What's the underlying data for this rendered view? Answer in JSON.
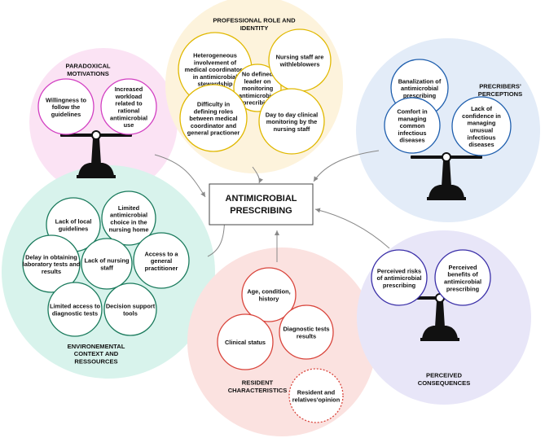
{
  "center": {
    "lines": [
      "ANTIMICROBIAL",
      "PRESCRIBING"
    ]
  },
  "groups": {
    "paradoxical": {
      "title_lines": [
        "PARADOXICAL",
        "MOTIVATIONS"
      ],
      "bubbles": [
        {
          "lines": [
            "Willingness to",
            "follow the",
            "guidelines"
          ]
        },
        {
          "lines": [
            "Increased",
            "workload",
            "related to",
            "rational",
            "antimicrobial",
            "use"
          ]
        }
      ]
    },
    "professional": {
      "title_lines": [
        "PROFESSIONAL ROLE AND",
        "IDENTITY"
      ],
      "bubbles": [
        {
          "lines": [
            "Heterogeneous",
            "involvement of",
            "medical coordinators",
            "in antimicrobial",
            "stewardship"
          ]
        },
        {
          "lines": [
            "No defined",
            "leader on",
            "monitoring",
            "antimicrobial",
            "precribing"
          ]
        },
        {
          "lines": [
            "Nursing staff are",
            "withleblowers"
          ]
        },
        {
          "lines": [
            "Difficulty in",
            "defining roles",
            "between medical",
            "coordinator and",
            "general practioner"
          ]
        },
        {
          "lines": [
            "Day to day clinical",
            "monitoring by the",
            "nursing staff"
          ]
        }
      ]
    },
    "prescribers": {
      "title_lines": [
        "PRECRIBERS'",
        "PERCEPTIONS"
      ],
      "bubbles": [
        {
          "lines": [
            "Banalization of",
            "antimicrobial",
            "prescribing"
          ]
        },
        {
          "lines": [
            "Comfort in",
            "managing",
            "common",
            "infectious",
            "diseases"
          ]
        },
        {
          "lines": [
            "Lack of",
            "confidence in",
            "managing",
            "unusual",
            "infectious",
            "diseases"
          ]
        }
      ]
    },
    "environment": {
      "title_lines": [
        "ENVIRONEMENTAL",
        "CONTEXT AND",
        "RESSOURCES"
      ],
      "bubbles": [
        {
          "lines": [
            "Lack of local",
            "guidelines"
          ]
        },
        {
          "lines": [
            "Limited",
            "antimicrobial",
            "choice in the",
            "nursing home"
          ]
        },
        {
          "lines": [
            "Delay in obtaining",
            "laboratory tests and",
            "results"
          ]
        },
        {
          "lines": [
            "Lack of nursing",
            "staff"
          ]
        },
        {
          "lines": [
            "Access to a",
            "general",
            "practitioner"
          ]
        },
        {
          "lines": [
            "Limited access to",
            "diagnostic tests"
          ]
        },
        {
          "lines": [
            "Decision support",
            "tools"
          ]
        }
      ]
    },
    "resident": {
      "title_lines": [
        "RESIDENT",
        "CHARACTERISTICS"
      ],
      "bubbles": [
        {
          "lines": [
            "Age, condition,",
            "history"
          ]
        },
        {
          "lines": [
            "Clinical status"
          ]
        },
        {
          "lines": [
            "Diagnostic tests",
            "results"
          ]
        },
        {
          "lines": [
            "Resident and",
            "relatives'opinion"
          ]
        }
      ]
    },
    "consequences": {
      "title_lines": [
        "PERCEIVED",
        "CONSEQUENCES"
      ],
      "bubbles": [
        {
          "lines": [
            "Perceived risks",
            "of antimicrobial",
            "prescribing"
          ]
        },
        {
          "lines": [
            "Perceived",
            "benefits of",
            "antimicrobial",
            "prescribing"
          ]
        }
      ]
    }
  },
  "colors": {
    "paradoxical_fill": "#fbe3f4",
    "paradoxical_stroke": "#d23fc2",
    "professional_fill": "#fdf3dc",
    "professional_stroke": "#e0b800",
    "prescribers_fill": "#e3ecf8",
    "prescribers_stroke": "#1f5fae",
    "environment_fill": "#d8f3ec",
    "environment_stroke": "#1a7a5c",
    "resident_fill": "#fbe2e0",
    "resident_stroke": "#d9453c",
    "consequences_fill": "#e8e6f8",
    "consequences_stroke": "#3a2fa8",
    "arrow": "#888888",
    "scale": "#111111"
  }
}
